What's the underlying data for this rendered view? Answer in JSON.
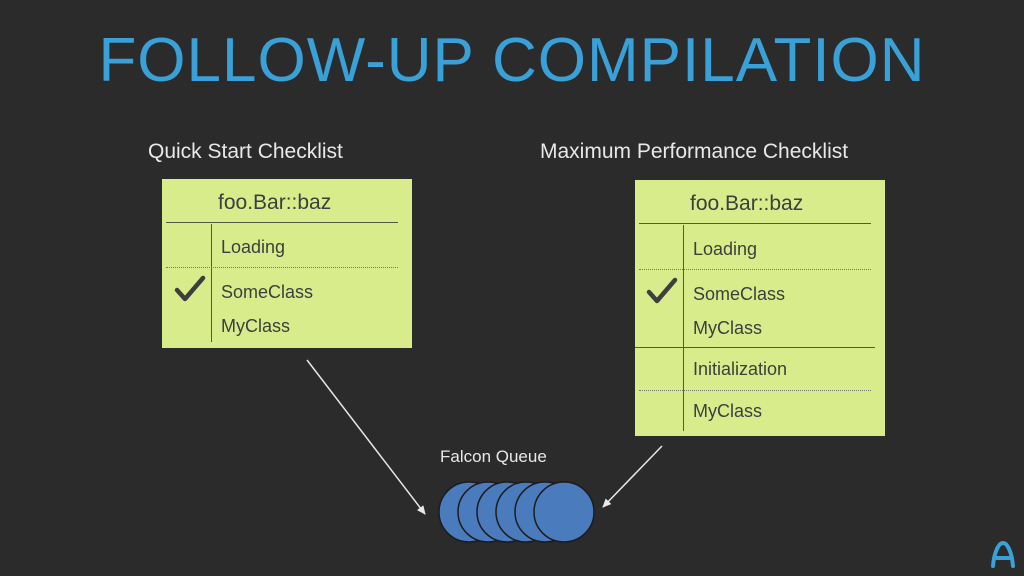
{
  "slide": {
    "title": "FOLLOW-UP COMPILATION"
  },
  "left_panel": {
    "heading": "Quick Start Checklist",
    "card_title": "foo.Bar::baz",
    "rows": [
      "Loading",
      "SomeClass",
      "MyClass"
    ],
    "checked_row": "SomeClass"
  },
  "right_panel": {
    "heading": "Maximum Performance Checklist",
    "card_title": "foo.Bar::baz",
    "rows": [
      "Loading",
      "SomeClass",
      "MyClass",
      "Initialization",
      "MyClass"
    ],
    "checked_row": "SomeClass"
  },
  "queue": {
    "label": "Falcon Queue",
    "item_count": 6
  },
  "colors": {
    "background": "#2b2b2b",
    "title": "#3aa0d8",
    "card": "#d9ec8c",
    "queue_circle": "#4a7bbd",
    "arrow": "#e8e8e8"
  },
  "icons": {
    "check": "check-icon",
    "logo": "logo-icon"
  }
}
